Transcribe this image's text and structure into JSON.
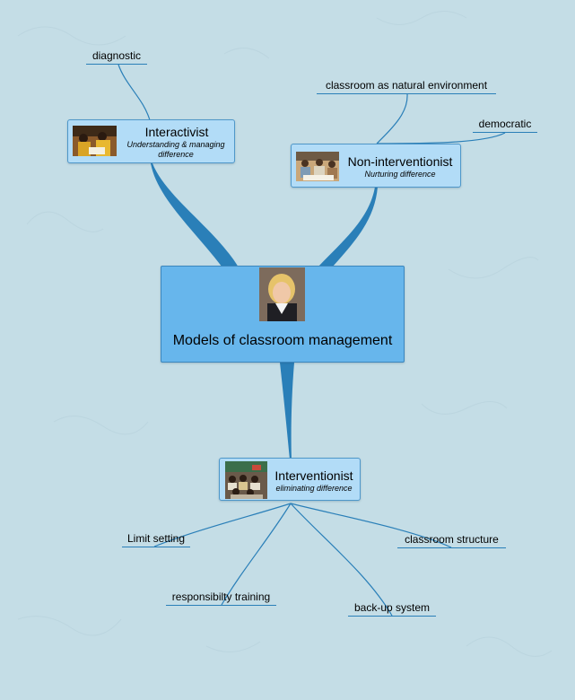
{
  "central": {
    "title": "Models of classroom management"
  },
  "nodes": {
    "interactivist": {
      "title": "Interactivist",
      "subtitle": "Understanding & managing difference"
    },
    "non_interventionist": {
      "title": "Non-interventionist",
      "subtitle": "Nurturing difference"
    },
    "interventionist": {
      "title": "Interventionist",
      "subtitle": "eliminating difference"
    }
  },
  "leaves": {
    "diagnostic": "diagnostic",
    "natural_environment": "classroom as natural environment",
    "democratic": "democratic",
    "limit_setting": "Limit setting",
    "classroom_structure": "classroom structure",
    "responsibility_training": "responsibilty training",
    "backup_system": "back-up system"
  },
  "colors": {
    "background": "#c4dde6",
    "connector": "#2a7fb8",
    "topic_fill": "#b2dcf7",
    "central_fill": "#67b6ec"
  }
}
